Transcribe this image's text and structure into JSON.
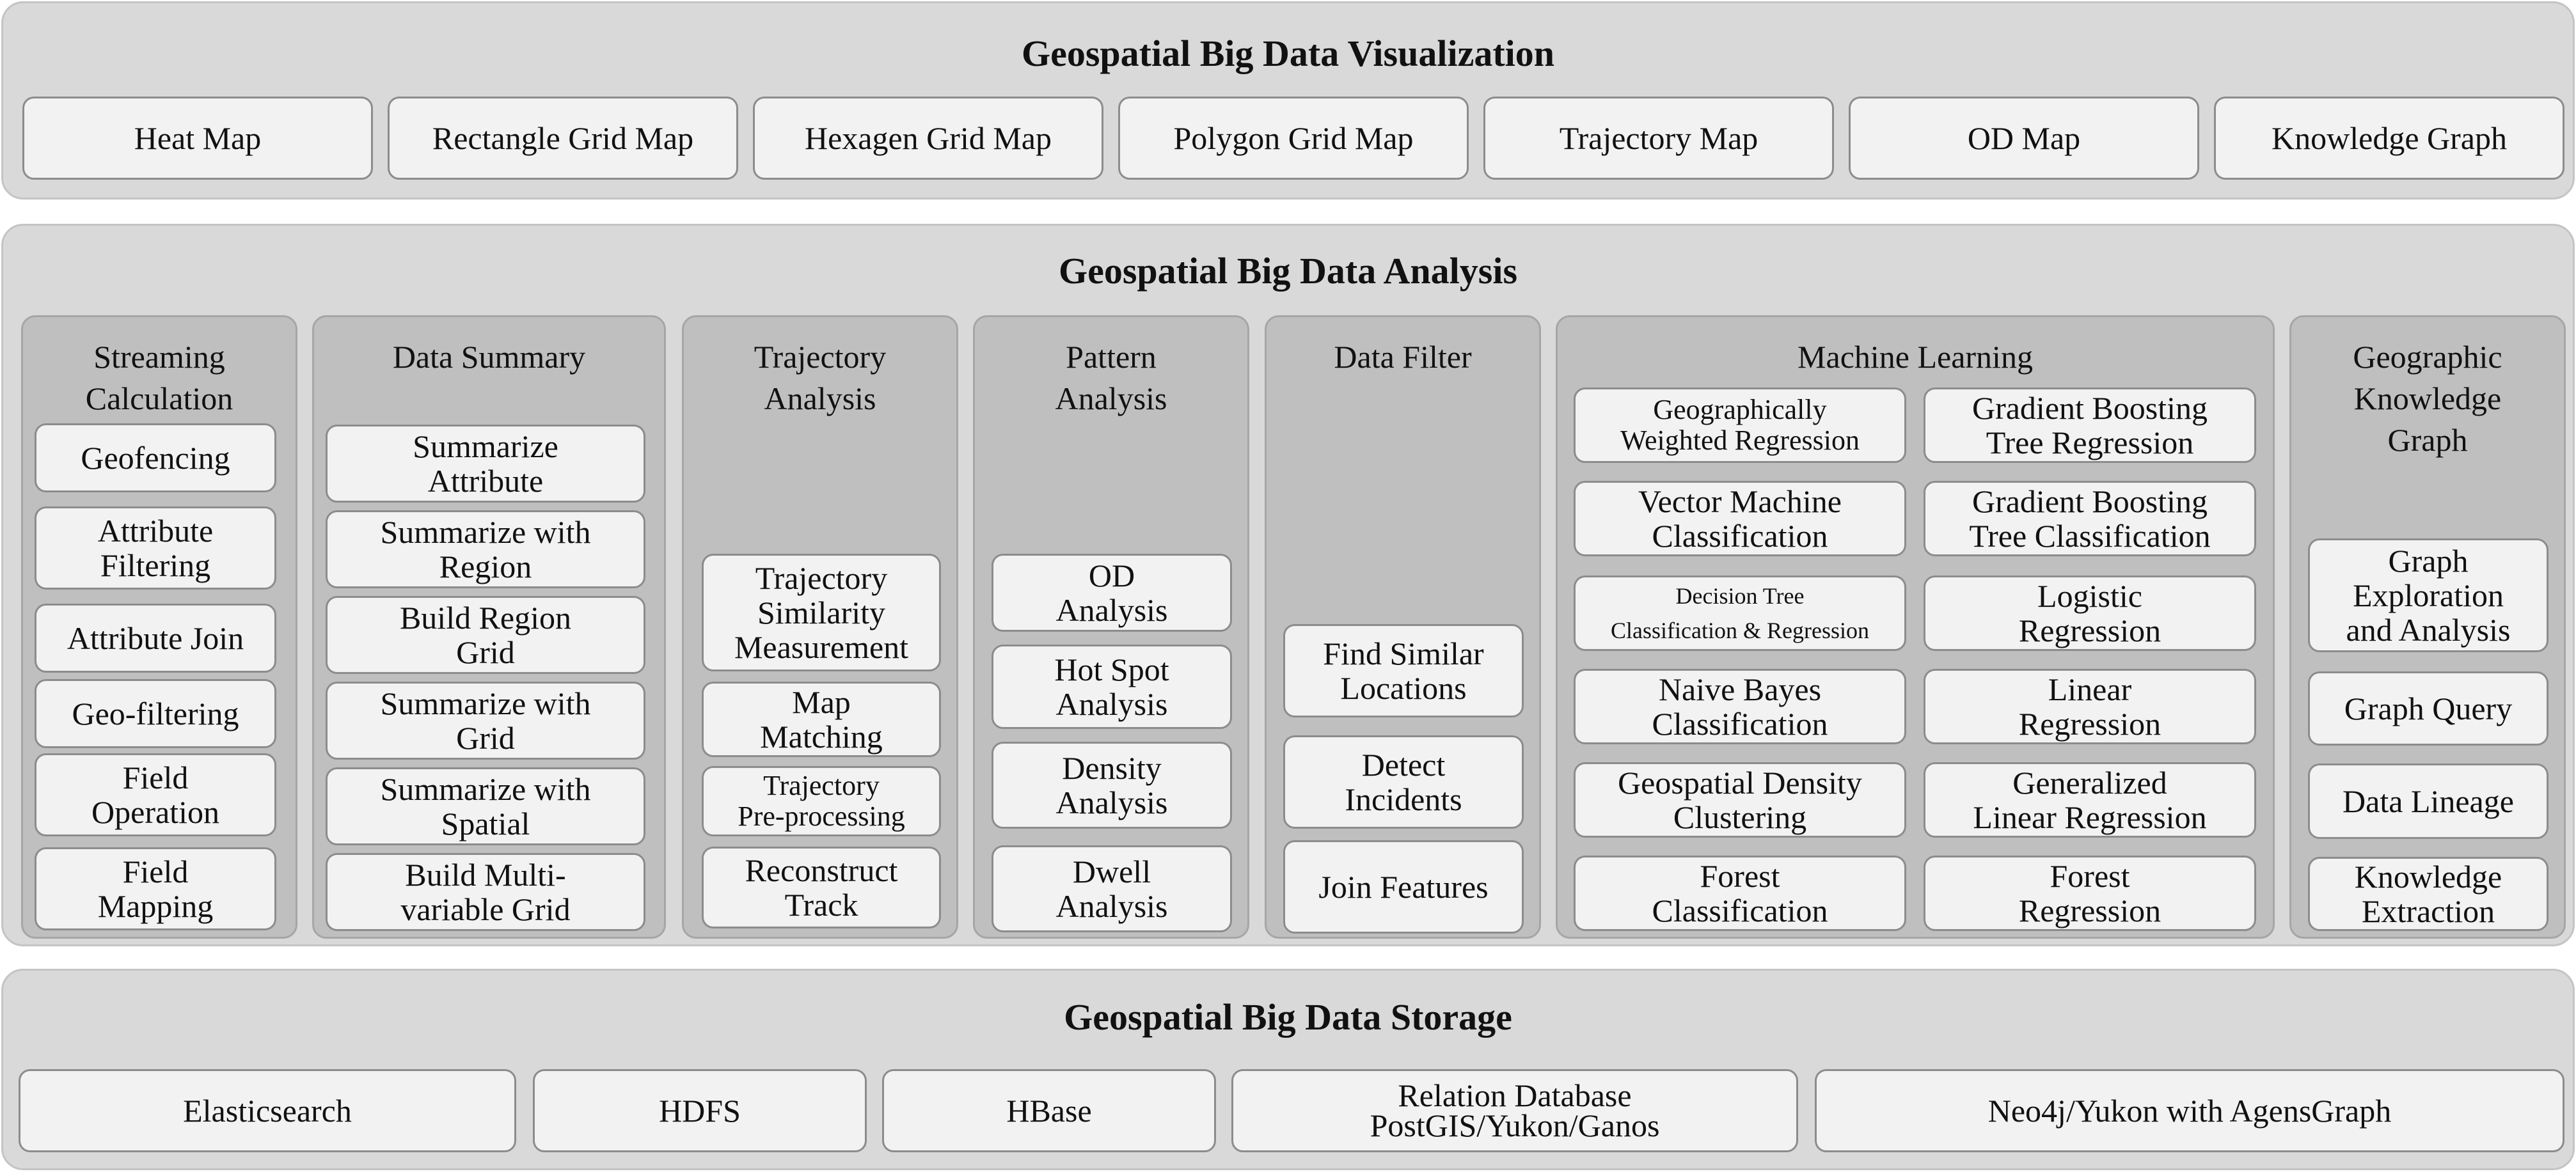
{
  "visualization": {
    "title": "Geospatial Big Data Visualization",
    "items": [
      "Heat Map",
      "Rectangle Grid Map",
      "Hexagen Grid Map",
      "Polygon Grid Map",
      "Trajectory Map",
      "OD Map",
      "Knowledge Graph"
    ]
  },
  "analysis": {
    "title": "Geospatial Big Data Analysis",
    "streaming": {
      "title": "Streaming\nCalculation",
      "items": [
        "Geofencing",
        "Attribute\nFiltering",
        "Attribute Join",
        "Geo-filtering",
        "Field\nOperation",
        "Field\nMapping"
      ]
    },
    "summary": {
      "title": "Data Summary",
      "items": [
        "Summarize\nAttribute",
        "Summarize with\nRegion",
        "Build Region\nGrid",
        "Summarize with\nGrid",
        "Summarize with\nSpatial",
        "Build Multi-\nvariable Grid"
      ]
    },
    "trajectory": {
      "title": "Trajectory\nAnalysis",
      "items": [
        "Trajectory\nSimilarity\nMeasurement",
        "Map\nMatching",
        "Trajectory\nPre-processing",
        "Reconstruct\nTrack"
      ]
    },
    "pattern": {
      "title": "Pattern\nAnalysis",
      "items": [
        "OD\nAnalysis",
        "Hot Spot\nAnalysis",
        "Density\nAnalysis",
        "Dwell\nAnalysis"
      ]
    },
    "filter": {
      "title": "Data Filter",
      "items": [
        "Find Similar\nLocations",
        "Detect\nIncidents",
        "Join Features"
      ]
    },
    "ml": {
      "title": "Machine Learning",
      "left": [
        "Geographically\nWeighted Regression",
        "Vector Machine\nClassification",
        "Decision Tree\nClassification & Regression",
        "Naive Bayes\nClassification",
        "Geospatial Density\nClustering",
        "Forest\nClassification"
      ],
      "right": [
        "Gradient Boosting\nTree Regression",
        "Gradient Boosting\nTree Classification",
        "Logistic\nRegression",
        "Linear\nRegression",
        "Generalized\nLinear Regression",
        "Forest\nRegression"
      ]
    },
    "knowledge": {
      "title": "Geographic\nKnowledge\nGraph",
      "items": [
        "Graph\nExploration\nand Analysis",
        "Graph Query",
        "Data Lineage",
        "Knowledge\nExtraction"
      ]
    }
  },
  "storage": {
    "title": "Geospatial Big Data Storage",
    "items": [
      "Elasticsearch",
      "HDFS",
      "HBase",
      "Relation Database\nPostGIS/Yukon/Ganos",
      "Neo4j/Yukon with AgensGraph"
    ]
  }
}
